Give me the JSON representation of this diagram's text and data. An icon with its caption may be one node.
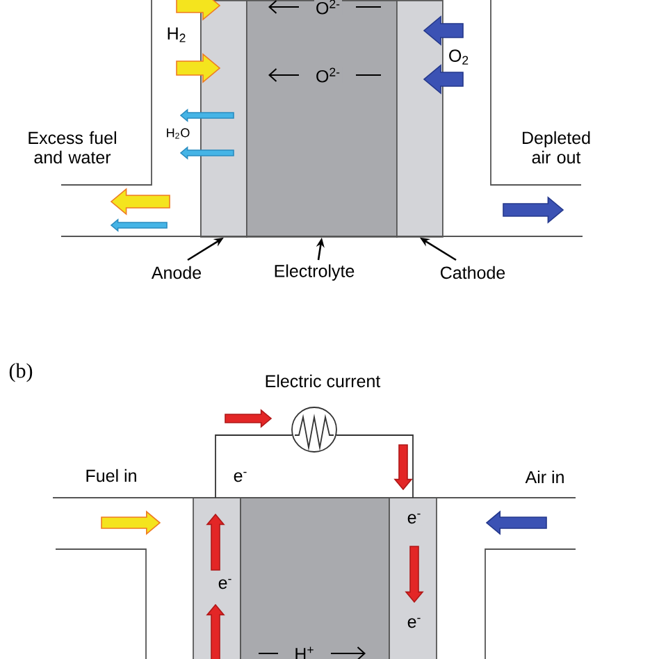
{
  "diagram": {
    "nodes": [
      {
        "text": [],
        "shape": "box"
      },
      {
        "text": [],
        "shape": "box"
      },
      {
        "text": [],
        "shape": "box"
      },
      {
        "text": [
          "Anode"
        ]
      },
      {
        "text": [
          "Electrolyte"
        ]
      },
      {
        "text": [
          "Cathode"
        ]
      }
    ],
    "edges": [
      {
        "from": 3,
        "to": 0,
        "arrow": "to"
      },
      {
        "from": 4,
        "to": 1,
        "arrow": "to"
      },
      {
        "from": 5,
        "to": 2,
        "arrow": "to"
      }
    ],
    "labels": [
      "O$^{2-}$",
      "H$_{2}$",
      "O$_{2}$",
      "O$^{2-}$",
      "H$_{2}$O",
      "Excess fuel and water",
      "Depleted air out",
      "(b)",
      "Electric current",
      "e$^{-}$",
      "Fuel in",
      "Air in",
      "e$^{-}$",
      "e$^{-}$",
      "e$^{-}$",
      "H$^{+}$"
    ]
  }
}
